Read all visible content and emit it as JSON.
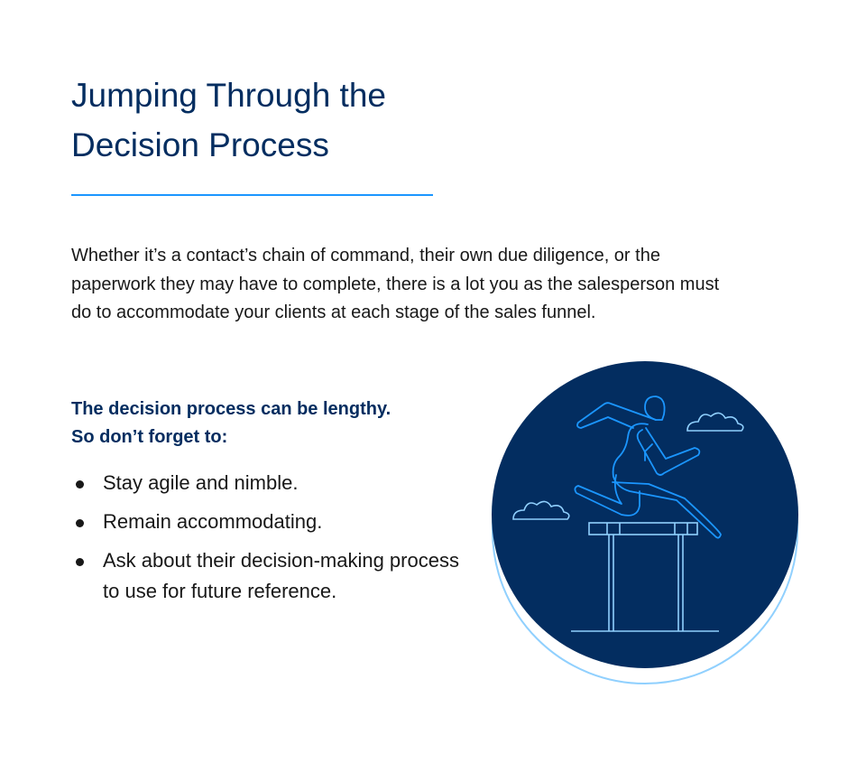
{
  "title_line1": "Jumping Through the",
  "title_line2": "Decision Process",
  "intro": "Whether it’s a contact’s chain of command, their own due diligence, or the paperwork they may have to complete, there is a lot you as the salesperson must do to accommodate your clients at each stage of the sales funnel.",
  "subheading_line1": "The decision process can be lengthy.",
  "subheading_line2": "So don’t forget to:",
  "bullets": [
    "Stay agile and nimble.",
    "Remain accommodating.",
    "Ask about their decision-making process to use for future reference."
  ],
  "colors": {
    "navy": "#032d60",
    "accent": "#1b96ff",
    "light": "#90d0fe"
  },
  "illustration_icon": "hurdler-jumping-icon"
}
